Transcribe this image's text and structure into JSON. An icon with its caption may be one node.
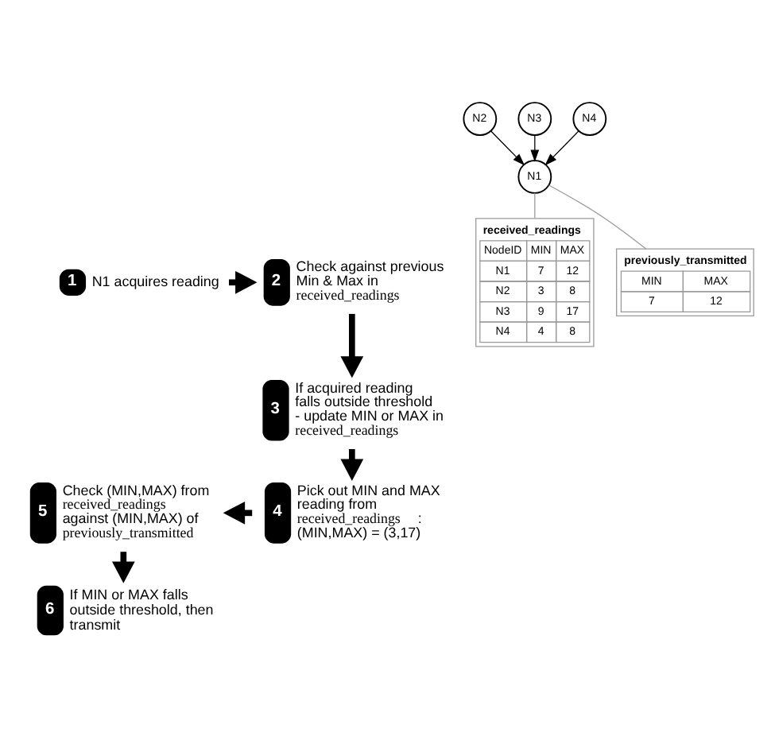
{
  "diagram": {
    "nodes": [
      {
        "text": [
          "1"
        ],
        "beside": [
          "N1 acquires reading"
        ]
      },
      {
        "text": [
          "2"
        ],
        "beside": [
          "Check against previous Min & Max in **received_readings**"
        ]
      },
      {
        "text": [
          "3"
        ],
        "beside": [
          "If acquired reading falls outside threshold - update MIN or MAX in **received_readings**"
        ]
      },
      {
        "text": [
          "4"
        ],
        "beside": [
          "Pick out MIN and MAX reading from **received_readings**: (MIN,MAX) = (3,17)"
        ]
      },
      {
        "text": [
          "5"
        ],
        "beside": [
          "Check (MIN,MAX) from **received_readings** against (MIN,MAX) of **previously_transmitted**"
        ]
      },
      {
        "text": [
          "6"
        ],
        "beside": [
          "If MIN or MAX falls outside threshold, then transmit"
        ]
      },
      {
        "text": [
          "N1"
        ]
      },
      {
        "text": [
          "N2"
        ]
      },
      {
        "text": [
          "N3"
        ]
      },
      {
        "text": [
          "N4"
        ]
      },
      {
        "text": [
          "received_readings",
          "NodeID",
          "MIN",
          "MAX",
          "N1",
          "7",
          "12",
          "N2",
          "3",
          "8",
          "N3",
          "9",
          "17",
          "N4",
          "4",
          "8"
        ]
      },
      {
        "text": [
          "previously_transmitted",
          "MIN",
          "MAX",
          "7",
          "12"
        ]
      }
    ],
    "edges": [
      {
        "from": 0,
        "to": 1,
        "arrow": "to",
        "style": "thick"
      },
      {
        "from": 1,
        "to": 2,
        "arrow": "to",
        "style": "thick"
      },
      {
        "from": 2,
        "to": 3,
        "arrow": "to",
        "style": "thick"
      },
      {
        "from": 3,
        "to": 4,
        "arrow": "to",
        "style": "thick"
      },
      {
        "from": 4,
        "to": 5,
        "arrow": "to",
        "style": "thick"
      },
      {
        "from": 7,
        "to": 6,
        "arrow": "to"
      },
      {
        "from": 8,
        "to": 6,
        "arrow": "to"
      },
      {
        "from": 9,
        "to": 6,
        "arrow": "to"
      },
      {
        "from": 6,
        "to": 10,
        "arrow": "none",
        "color": "#999999"
      },
      {
        "from": 6,
        "to": 11,
        "arrow": "none",
        "color": "#999999"
      }
    ]
  }
}
